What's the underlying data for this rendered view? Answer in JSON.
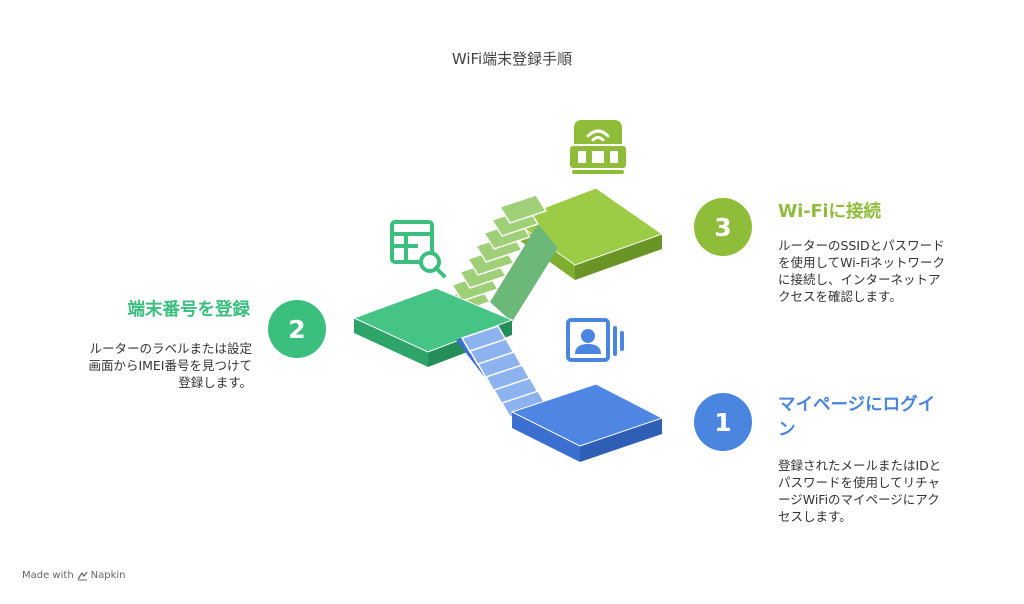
{
  "title": "WiFi端末登録手順",
  "colors": {
    "step1": "#4a86e0",
    "step2": "#3bbf7e",
    "step3": "#8fbd3a"
  },
  "steps": [
    {
      "number": "1",
      "title": "マイページにログイン",
      "description": "登録されたメールまたはIDとパスワードを使用してリチャージWiFiのマイページにアクセスします。",
      "icon": "user-profile-icon"
    },
    {
      "number": "2",
      "title": "端末番号を登録",
      "description": "ルーターのラベルまたは設定画面からIMEI番号を見つけて登録します。",
      "icon": "table-search-icon"
    },
    {
      "number": "3",
      "title": "Wi-Fiに接続",
      "description": "ルーターのSSIDとパスワードを使用してWi-Fiネットワークに接続し、インターネットアクセスを確認します。",
      "icon": "wifi-router-icon"
    }
  ],
  "footer": {
    "made_with": "Made with",
    "brand": "Napkin"
  }
}
